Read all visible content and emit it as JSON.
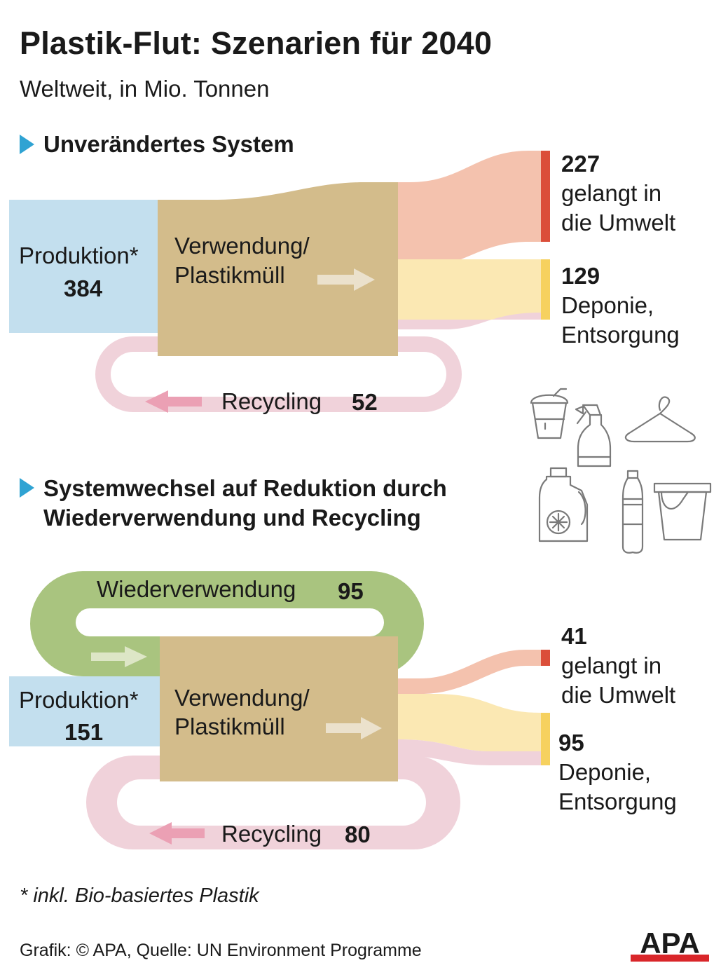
{
  "title": "Plastik-Flut: Szenarien für 2040",
  "subtitle": "Weltweit, in Mio. Tonnen",
  "colors": {
    "produktion": "#c3dfee",
    "verwendung": "#d3bc8b",
    "umwelt_flow": "#f4c2ae",
    "umwelt_bar": "#db4e39",
    "deponie_flow": "#fbe8b3",
    "deponie_bar": "#f6d15f",
    "recycling": "#f0d2da",
    "recycling_arrow": "#eba0b4",
    "wiederverwendung": "#a9c47f",
    "wiederverwendung_arrow": "#dde6c6",
    "accent": "#2fa3d3"
  },
  "scenario1": {
    "heading": "Unverändertes System",
    "produktion_label": "Produktion*",
    "produktion_value": "384",
    "verwendung_line1": "Verwendung/",
    "verwendung_line2": "Plastikmüll",
    "umwelt_value": "227",
    "umwelt_line1": "gelangt in",
    "umwelt_line2": "die Umwelt",
    "deponie_value": "129",
    "deponie_line1": "Deponie,",
    "deponie_line2": "Entsorgung",
    "recycling_label": "Recycling",
    "recycling_value": "52"
  },
  "scenario2": {
    "heading_line1": "Systemwechsel auf Reduktion durch",
    "heading_line2": "Wiederverwendung und Recycling",
    "wiederverwendung_label": "Wiederverwendung",
    "wiederverwendung_value": "95",
    "produktion_label": "Produktion*",
    "produktion_value": "151",
    "verwendung_line1": "Verwendung/",
    "verwendung_line2": "Plastikmüll",
    "umwelt_value": "41",
    "umwelt_line1": "gelangt in",
    "umwelt_line2": "die Umwelt",
    "deponie_value": "95",
    "deponie_line1": "Deponie,",
    "deponie_line2": "Entsorgung",
    "recycling_label": "Recycling",
    "recycling_value": "80"
  },
  "icons": [
    "cup-with-straw-icon",
    "spray-bottle-icon",
    "clothes-hanger-icon",
    "detergent-bottle-icon",
    "plastic-bottle-icon",
    "bucket-icon"
  ],
  "footnote": "* inkl. Bio-basiertes Plastik",
  "credit": "Grafik: © APA, Quelle: UN Environment Programme",
  "logo_text": "APA"
}
